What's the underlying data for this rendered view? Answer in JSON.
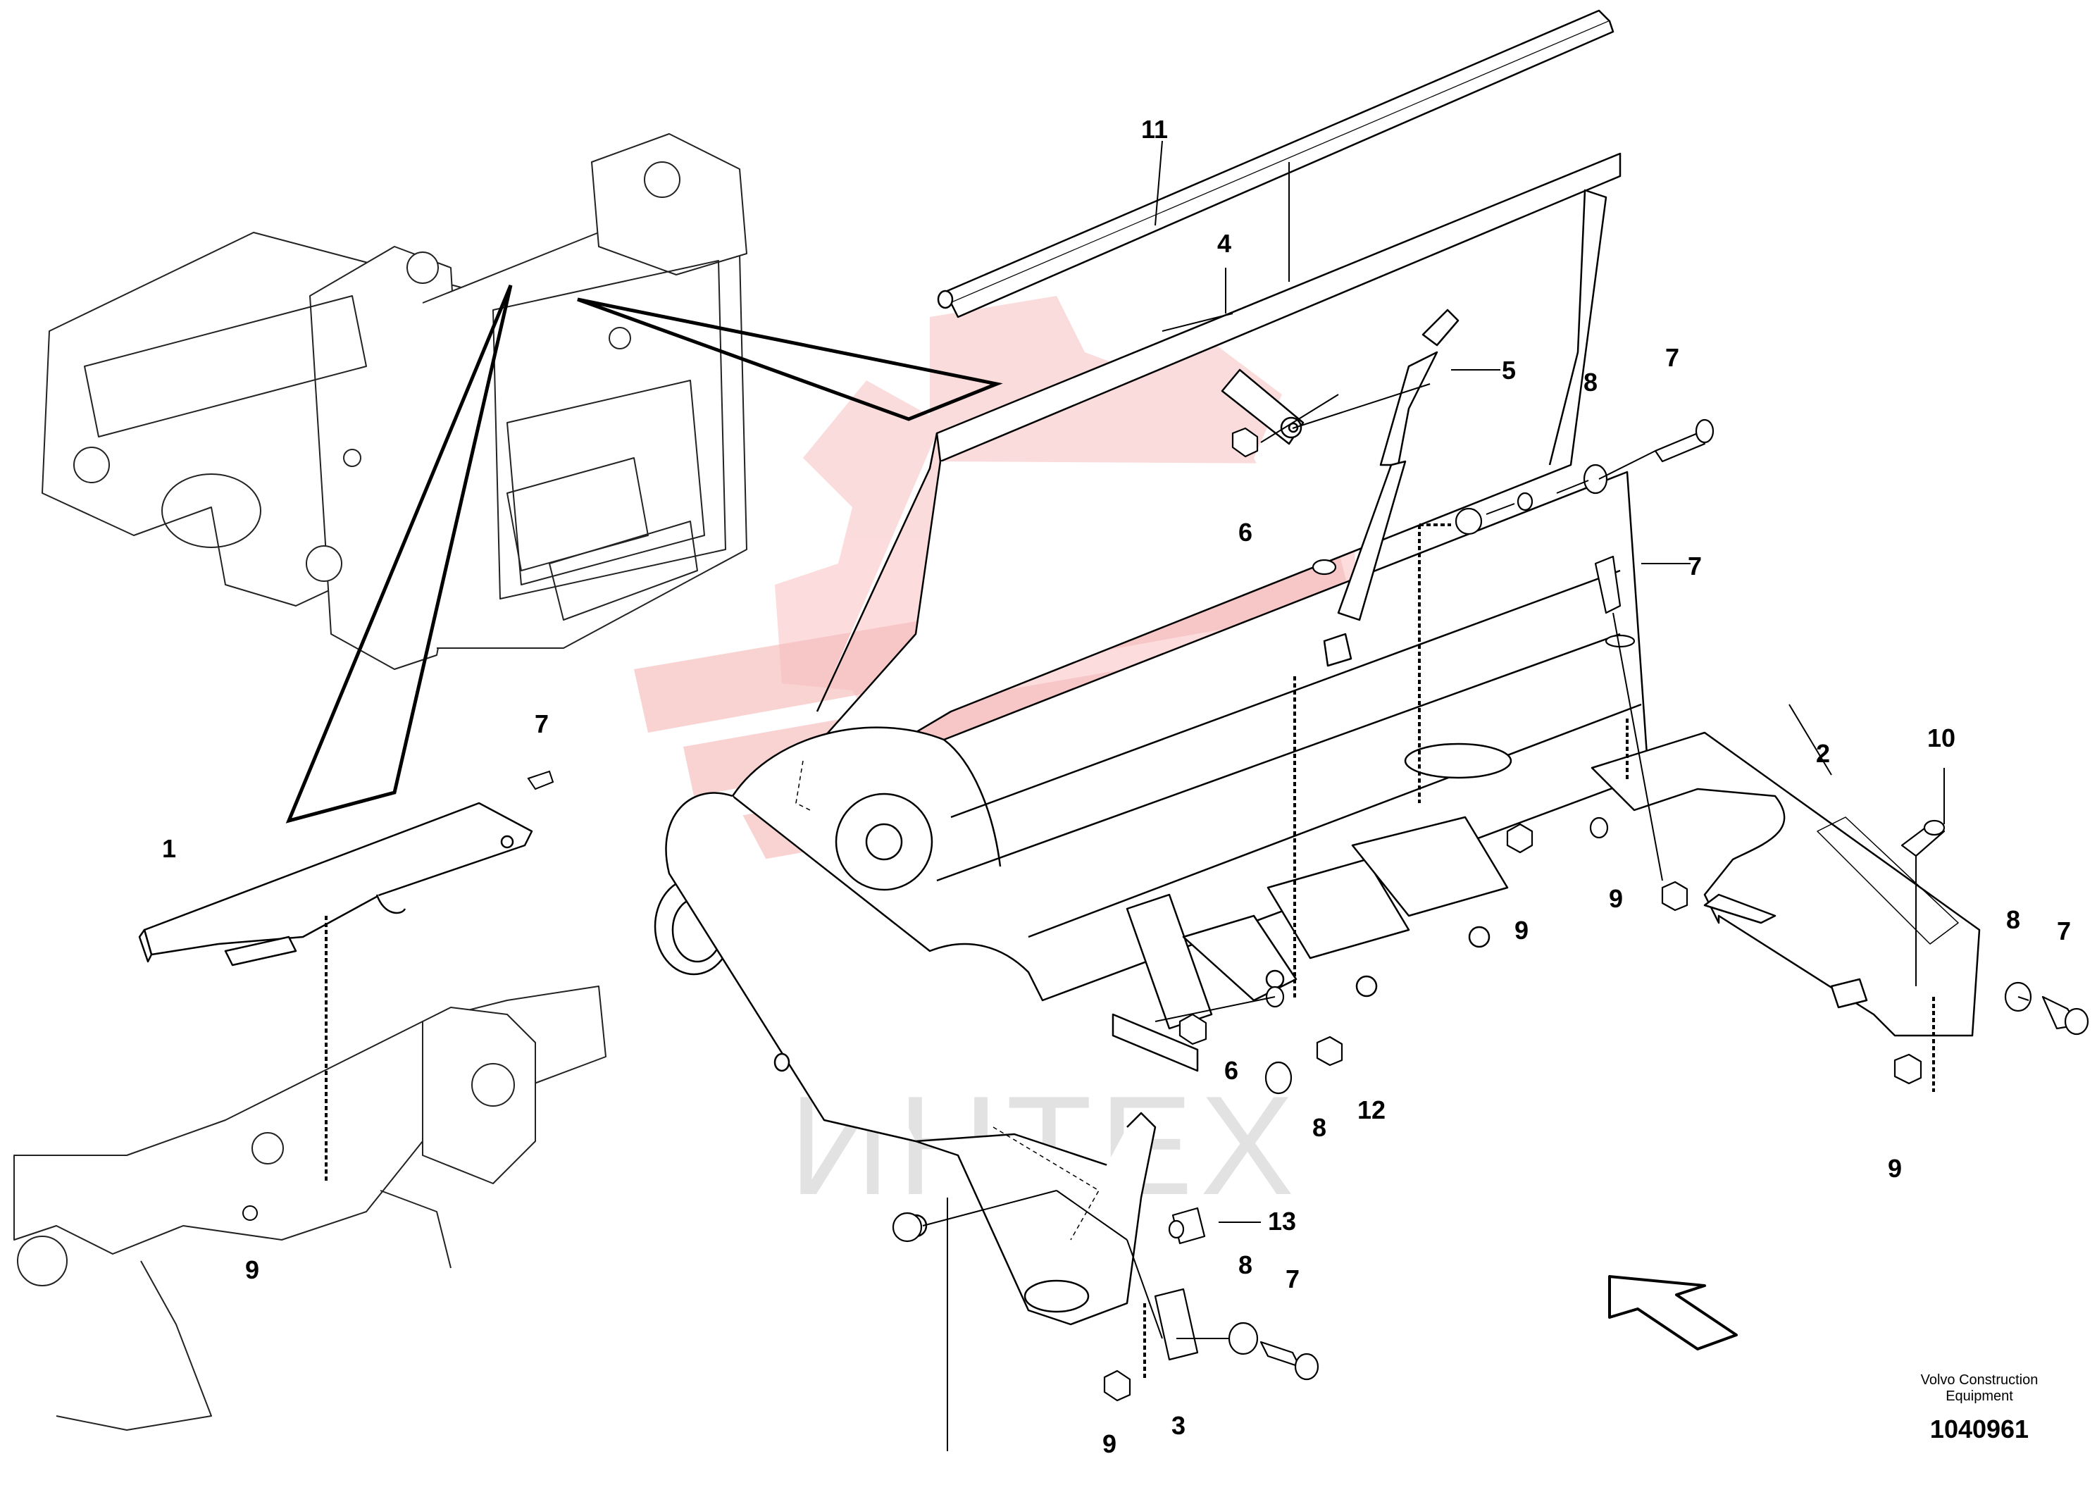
{
  "watermark": {
    "text": "ИНТЕХ",
    "logo_color": "#f7b8b8",
    "text_color": "#e2e2e2"
  },
  "labels": {
    "l11": "11",
    "l4": "4",
    "l5": "5",
    "l6a": "6",
    "l8a": "8",
    "l7a": "7",
    "l7b": "7",
    "l7c": "7",
    "l1": "1",
    "l2": "2",
    "l10": "10",
    "l9a": "9",
    "l9b": "9",
    "l9c": "9",
    "l9d": "9",
    "l9e": "9",
    "l8b": "8",
    "l7d": "7",
    "l6b": "6",
    "l8c": "8",
    "l12": "12",
    "l13": "13",
    "l8d": "8",
    "l7e": "7",
    "l3": "3"
  },
  "credit": {
    "brand": "Volvo Construction Equipment",
    "number": "1040961"
  }
}
